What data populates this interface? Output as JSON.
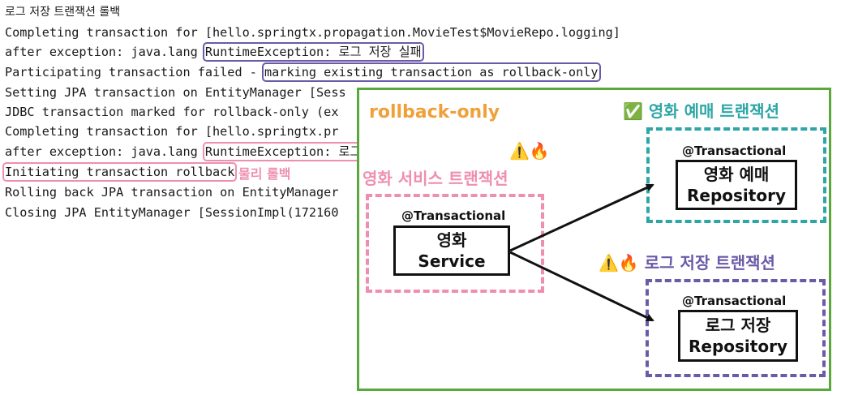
{
  "log": {
    "line1": "로그 저장 트랜잭션 롤백",
    "line2": "Completing transaction for [hello.springtx.propagation.MovieTest$MovieRepo.logging]",
    "line3_prefix": "after exception: java.lang",
    "line3_hl": "RuntimeException: 로그 저장 실패",
    "line4_prefix": "Participating transaction failed - ",
    "line4_hl": "marking existing transaction as rollback-only",
    "line5": "Setting JPA transaction on EntityManager [Sess",
    "line6": "JDBC transaction marked for rollback-only (ex",
    "line7": "Completing transaction for [hello.springtx.pr",
    "line8_prefix": "after exception: java.lang",
    "line8_hl": "RuntimeException: 로그 저장 실패",
    "line9_hl": "Initiating transaction rollback",
    "line9_note": "물리 롤백",
    "line10": "Rolling back JPA transaction on EntityManager",
    "line11": "Closing JPA EntityManager [SessionImpl(172160"
  },
  "diagram": {
    "rollback_label": "rollback-only",
    "movie_reserve_tx": "영화 예매 트랜잭션",
    "movie_reserve_check": "✅",
    "movie_service_tx": "영화 서비스 트랜잭션",
    "movie_service_warn": "⚠️🔥",
    "log_save_tx": "로그 저장 트랜잭션",
    "log_save_warn": "⚠️🔥",
    "service": {
      "annotation": "@Transactional",
      "line1": "영화",
      "line2": "Service"
    },
    "reserve_repo": {
      "annotation": "@Transactional",
      "line1": "영화 예매",
      "line2": "Repository"
    },
    "log_repo": {
      "annotation": "@Transactional",
      "line1": "로그 저장",
      "line2": "Repository"
    },
    "colors": {
      "green": "#5aa83c",
      "orange": "#f0a03a",
      "teal": "#2ea6a6",
      "pink": "#ef8fae",
      "purple": "#6a5aa8"
    }
  }
}
